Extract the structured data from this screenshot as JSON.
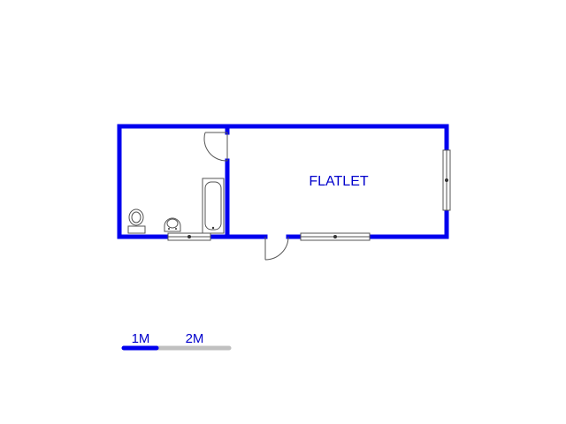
{
  "plan": {
    "room_label": "FLATLET",
    "wall_color": "#0000ee",
    "label_color": "#0000cc"
  },
  "scale_bar": {
    "label_1": "1M",
    "label_2": "2M",
    "color_filled": "#0000ee",
    "color_empty": "#c0c0c0"
  }
}
